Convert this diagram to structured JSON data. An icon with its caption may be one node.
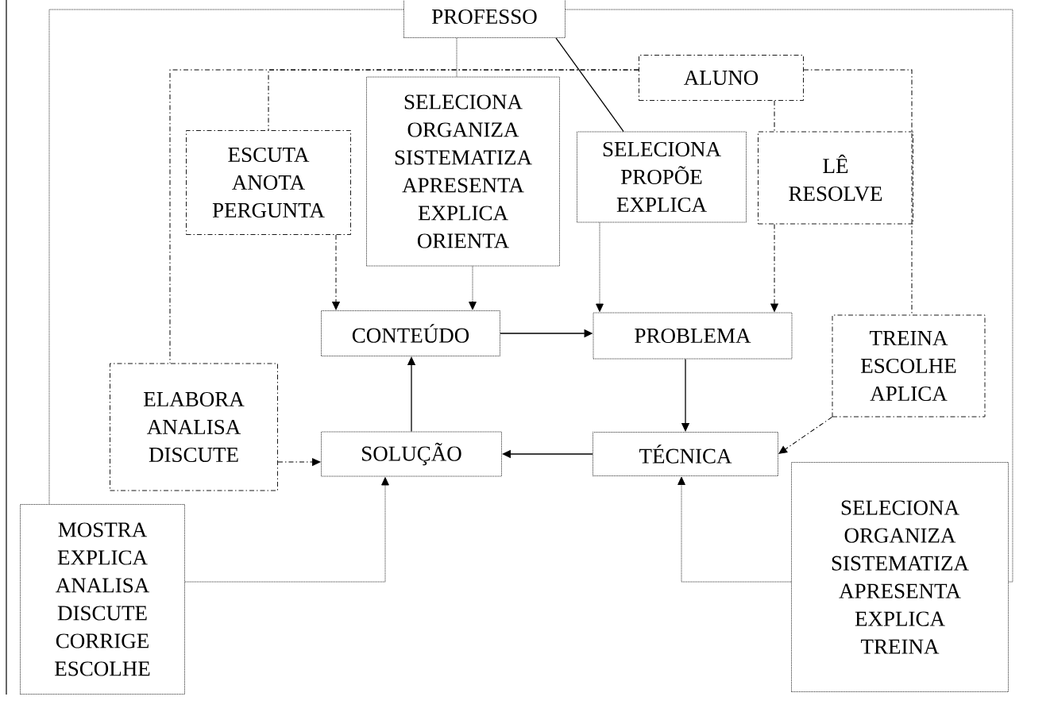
{
  "diagram": {
    "nodes": [
      {
        "text": [
          "PROFESSO"
        ]
      },
      {
        "text": [
          "ALUNO"
        ]
      },
      {
        "text": [
          "ESCUTA ANOTA PERGUNTA"
        ]
      },
      {
        "text": [
          "SELECIONA ORGANIZA SISTEMATIZA APRESENTA EXPLICA ORIENTA"
        ]
      },
      {
        "text": [
          "SELECIONA PROPÕE EXPLICA"
        ]
      },
      {
        "text": [
          "LÊ RESOLVE"
        ]
      },
      {
        "text": [
          "CONTEÚDO"
        ]
      },
      {
        "text": [
          "PROBLEMA"
        ]
      },
      {
        "text": [
          "TREINA ESCOLHE APLICA"
        ]
      },
      {
        "text": [
          "ELABORA ANALISA DISCUTE"
        ]
      },
      {
        "text": [
          "SOLUÇÃO"
        ]
      },
      {
        "text": [
          "TÉCNICA"
        ]
      },
      {
        "text": [
          "MOSTRA EXPLICA ANALISA DISCUTE CORRIGE ESCOLHE"
        ]
      },
      {
        "text": [
          "SELECIONA ORGANIZA SISTEMATIZA APRESENTA EXPLICA TREINA"
        ]
      }
    ],
    "edges": [
      {
        "from": 0,
        "to": 3,
        "arrow": "none",
        "style": "dashed"
      },
      {
        "from": 0,
        "to": 4,
        "arrow": "none"
      },
      {
        "from": 0,
        "to": 12,
        "arrow": "none",
        "style": "dashed"
      },
      {
        "from": 0,
        "to": 13,
        "arrow": "none",
        "style": "dashed"
      },
      {
        "from": 1,
        "to": 2,
        "arrow": "none",
        "style": "dashed"
      },
      {
        "from": 1,
        "to": 9,
        "arrow": "none",
        "style": "dashed"
      },
      {
        "from": 1,
        "to": 5,
        "arrow": "none",
        "style": "dashed"
      },
      {
        "from": 1,
        "to": 8,
        "arrow": "none",
        "style": "dashed"
      },
      {
        "from": 2,
        "to": 6,
        "arrow": "to",
        "style": "dashed"
      },
      {
        "from": 3,
        "to": 6,
        "arrow": "to",
        "style": "dashed"
      },
      {
        "from": 4,
        "to": 7,
        "arrow": "to",
        "style": "dashed"
      },
      {
        "from": 5,
        "to": 7,
        "arrow": "to",
        "style": "dashed"
      },
      {
        "from": 6,
        "to": 7,
        "arrow": "to"
      },
      {
        "from": 7,
        "to": 11,
        "arrow": "to"
      },
      {
        "from": 11,
        "to": 10,
        "arrow": "to"
      },
      {
        "from": 10,
        "to": 6,
        "arrow": "to"
      },
      {
        "from": 9,
        "to": 10,
        "arrow": "to",
        "style": "dashed"
      },
      {
        "from": 12,
        "to": 10,
        "arrow": "to",
        "style": "dashed"
      },
      {
        "from": 8,
        "to": 11,
        "arrow": "to",
        "style": "dashed"
      },
      {
        "from": 13,
        "to": 11,
        "arrow": "to",
        "style": "dashed"
      }
    ]
  }
}
